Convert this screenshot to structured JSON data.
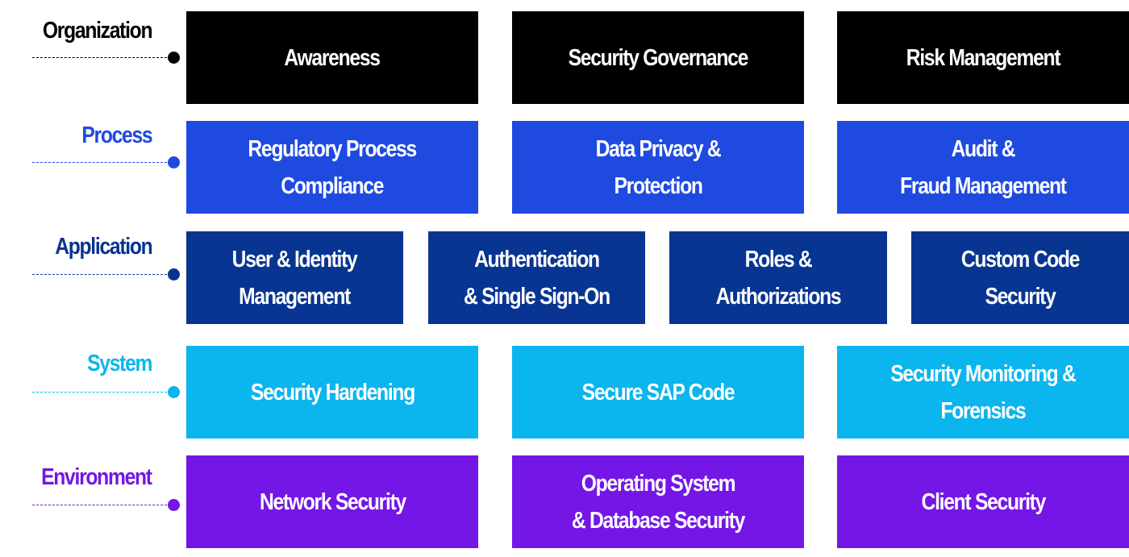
{
  "colors": {
    "organization": "#000000",
    "process": "#1f4ae0",
    "application": "#083591",
    "system": "#0bb5ee",
    "environment": "#7416e6"
  },
  "layers": [
    {
      "label": "Organization",
      "items": [
        "Awareness",
        "Security Governance",
        "Risk Management"
      ]
    },
    {
      "label": "Process",
      "items": [
        "Regulatory Process\nCompliance",
        "Data Privacy &\nProtection",
        "Audit &\nFraud Management"
      ]
    },
    {
      "label": "Application",
      "items": [
        "User & Identity\nManagement",
        "Authentication\n& Single Sign-On",
        "Roles &\nAuthorizations",
        "Custom Code\nSecurity"
      ]
    },
    {
      "label": "System",
      "items": [
        "Security Hardening",
        "Secure SAP Code",
        "Security Monitoring &\nForensics"
      ]
    },
    {
      "label": "Environment",
      "items": [
        "Network Security",
        "Operating System\n& Database Security",
        "Client Security"
      ]
    }
  ]
}
